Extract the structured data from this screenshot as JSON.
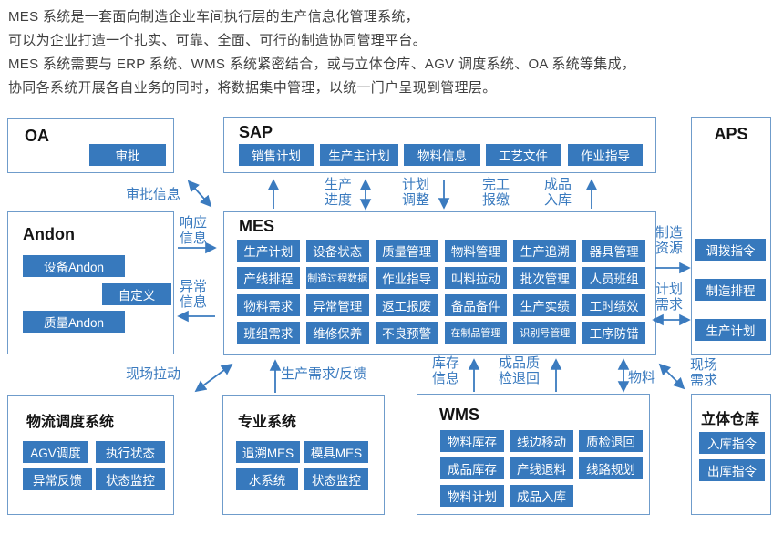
{
  "colors": {
    "button": "#3779bd",
    "border": "#6f9ccb",
    "accent": "#3b7bbf",
    "title": "#141414",
    "intro_text": "#404040"
  },
  "intro": {
    "line1": "MES 系统是一套面向制造企业车间执行层的生产信息化管理系统，",
    "line2": "可以为企业打造一个扎实、可靠、全面、可行的制造协同管理平台。",
    "line3": "MES 系统需要与 ERP 系统、WMS 系统紧密结合，或与立体仓库、AGV 调度系统、OA 系统等集成，",
    "line4": "协同各系统开展各自业务的同时，将数据集中管理，以统一门户呈现到管理层。"
  },
  "boxes": {
    "oa": {
      "title": "OA",
      "items": [
        "审批"
      ]
    },
    "sap": {
      "title": "SAP",
      "items": [
        "销售计划",
        "生产主计划",
        "物料信息",
        "工艺文件",
        "作业指导"
      ]
    },
    "aps": {
      "title": "APS",
      "items": [
        "调拨指令",
        "制造排程",
        "生产计划"
      ]
    },
    "andon": {
      "title": "Andon",
      "items": [
        "设备Andon",
        "自定义",
        "质量Andon"
      ]
    },
    "mes": {
      "title": "MES",
      "items": [
        "生产计划",
        "设备状态",
        "质量管理",
        "物料管理",
        "生产追溯",
        "器具管理",
        "产线排程",
        "制造过程数据",
        "作业指导",
        "叫料拉动",
        "批次管理",
        "人员班组",
        "物料需求",
        "异常管理",
        "返工报废",
        "备品备件",
        "生产实绩",
        "工时绩效",
        "班组需求",
        "维修保养",
        "不良预警",
        "在制品管理",
        "识别号管理",
        "工序防错"
      ]
    },
    "logistics": {
      "title": "物流调度系统",
      "items": [
        "AGV调度",
        "执行状态",
        "异常反馈",
        "状态监控"
      ]
    },
    "professional": {
      "title": "专业系统",
      "items": [
        "追溯MES",
        "模具MES",
        "水系统",
        "状态监控"
      ]
    },
    "wms": {
      "title": "WMS",
      "items": [
        "物料库存",
        "线边移动",
        "质检退回",
        "成品库存",
        "产线退料",
        "线路规划",
        "物料计划",
        "成品入库"
      ]
    },
    "warehouse": {
      "title": "立体仓库",
      "items": [
        "入库指令",
        "出库指令"
      ]
    }
  },
  "labels": {
    "approval_info": "审批信息",
    "prod_progress": "生产\n进度",
    "plan_adjust": "计划\n调整",
    "completion_report": "完工\n报缴",
    "finished_in": "成品\n入库",
    "response_info": "响应\n信息",
    "abnormal_info": "异常\n信息",
    "mfg_resource": "制造\n资源",
    "plan_demand": "计划\n需求",
    "field_pull": "现场拉动",
    "prod_demand": "生产需求/反馈",
    "inventory_info": "库存\n信息",
    "quality_return": "成品质\n检退回",
    "material": "物料",
    "field_demand": "现场\n需求"
  }
}
